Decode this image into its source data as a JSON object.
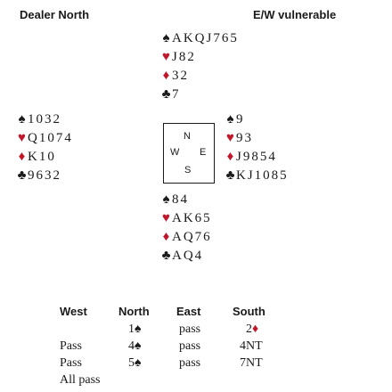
{
  "header": {
    "dealer": "Dealer North",
    "vulnerability": "E/W vulnerable"
  },
  "suit_glyphs": {
    "spades": "♠",
    "hearts": "♥",
    "diamonds": "♦",
    "clubs": "♣"
  },
  "colors": {
    "red_suit": "#c0172b",
    "black_suit": "#1a1a1a"
  },
  "hands": {
    "north": {
      "spades": "AKQJ765",
      "hearts": "J82",
      "diamonds": "32",
      "clubs": "7"
    },
    "west": {
      "spades": "1032",
      "hearts": "Q1074",
      "diamonds": "K10",
      "clubs": "9632"
    },
    "east": {
      "spades": "9",
      "hearts": "93",
      "diamonds": "J9854",
      "clubs": "KJ1085"
    },
    "south": {
      "spades": "84",
      "hearts": "AK65",
      "diamonds": "AQ76",
      "clubs": "AQ4"
    }
  },
  "compass": {
    "n": "N",
    "w": "W",
    "e": "E",
    "s": "S"
  },
  "auction": {
    "headers": [
      "West",
      "North",
      "East",
      "South"
    ],
    "rows": [
      [
        "",
        "1♠",
        "pass",
        "2♦"
      ],
      [
        "Pass",
        "4♠",
        "pass",
        "4NT"
      ],
      [
        "Pass",
        "5♠",
        "pass",
        "7NT"
      ],
      [
        "All pass",
        "",
        "",
        ""
      ]
    ]
  }
}
